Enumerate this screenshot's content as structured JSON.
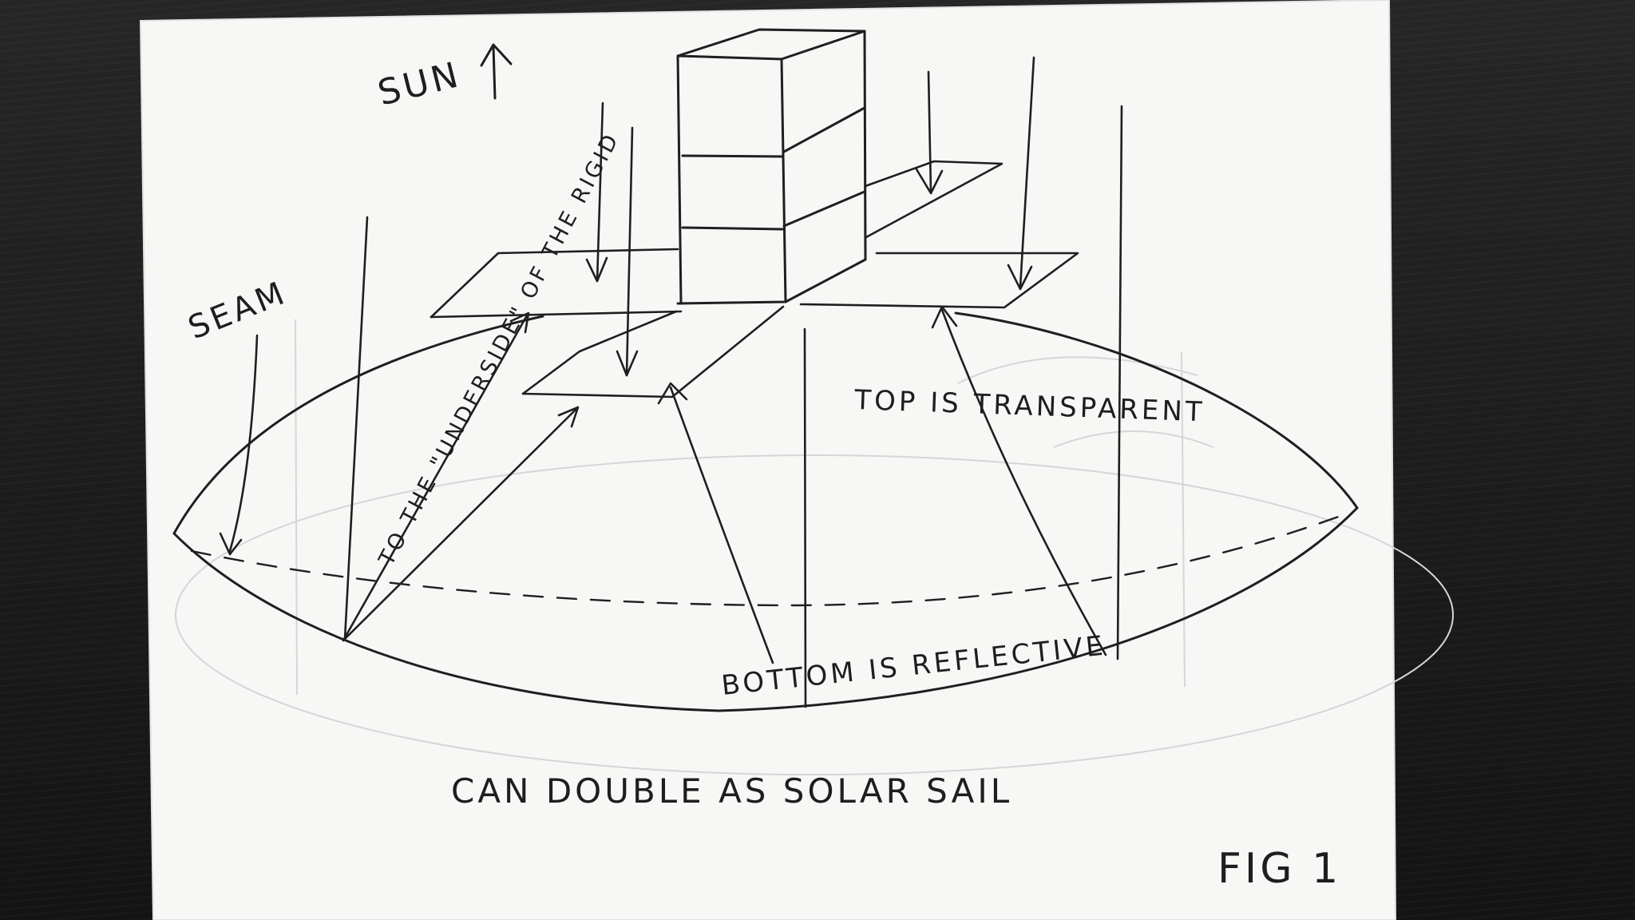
{
  "diagram": {
    "labels": {
      "sun": "SUN",
      "seam": "SEAM",
      "underside": "TO THE \"UNDERSIDE\" OF THE RIGID",
      "top": "TOP IS TRANSPARENT",
      "bottom": "BOTTOM IS REFLECTIVE",
      "caption": "CAN DOUBLE AS SOLAR SAIL",
      "figure": "FIG 1"
    },
    "ink_color": "#1f1f1f",
    "paper_color": "#f7f7f6",
    "background_color": "#1b1b1b"
  }
}
